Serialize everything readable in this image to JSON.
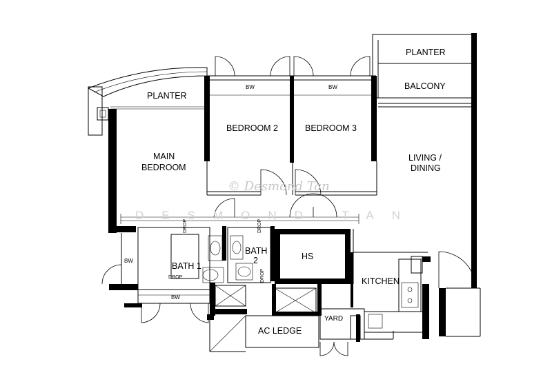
{
  "floorplan": {
    "rooms": {
      "planter_top": "PLANTER",
      "planter_left": "PLANTER",
      "balcony": "BALCONY",
      "bedroom2": "BEDROOM 2",
      "bedroom3": "BEDROOM 3",
      "main_bedroom_line1": "MAIN",
      "main_bedroom_line2": "BEDROOM",
      "living_line1": "LIVING /",
      "living_line2": "DINING",
      "bath1": "BATH 1",
      "bath2_line1": "BATH",
      "bath2_line2": "2",
      "hs": "HS",
      "kitchen": "KITCHEN",
      "yard": "YARD",
      "ac_ledge": "AC LEDGE"
    },
    "small_labels": {
      "bw_bed2": "BW",
      "bw_bed3": "BW",
      "bw_left": "BW",
      "bw_bottom": "BW",
      "drop1": "DROP",
      "drop2": "DROP",
      "drop3": "DROP",
      "drop4": "DROP"
    },
    "watermark": {
      "signature": "© Desmond Tan",
      "spaced": "DESMOND TAN"
    }
  }
}
